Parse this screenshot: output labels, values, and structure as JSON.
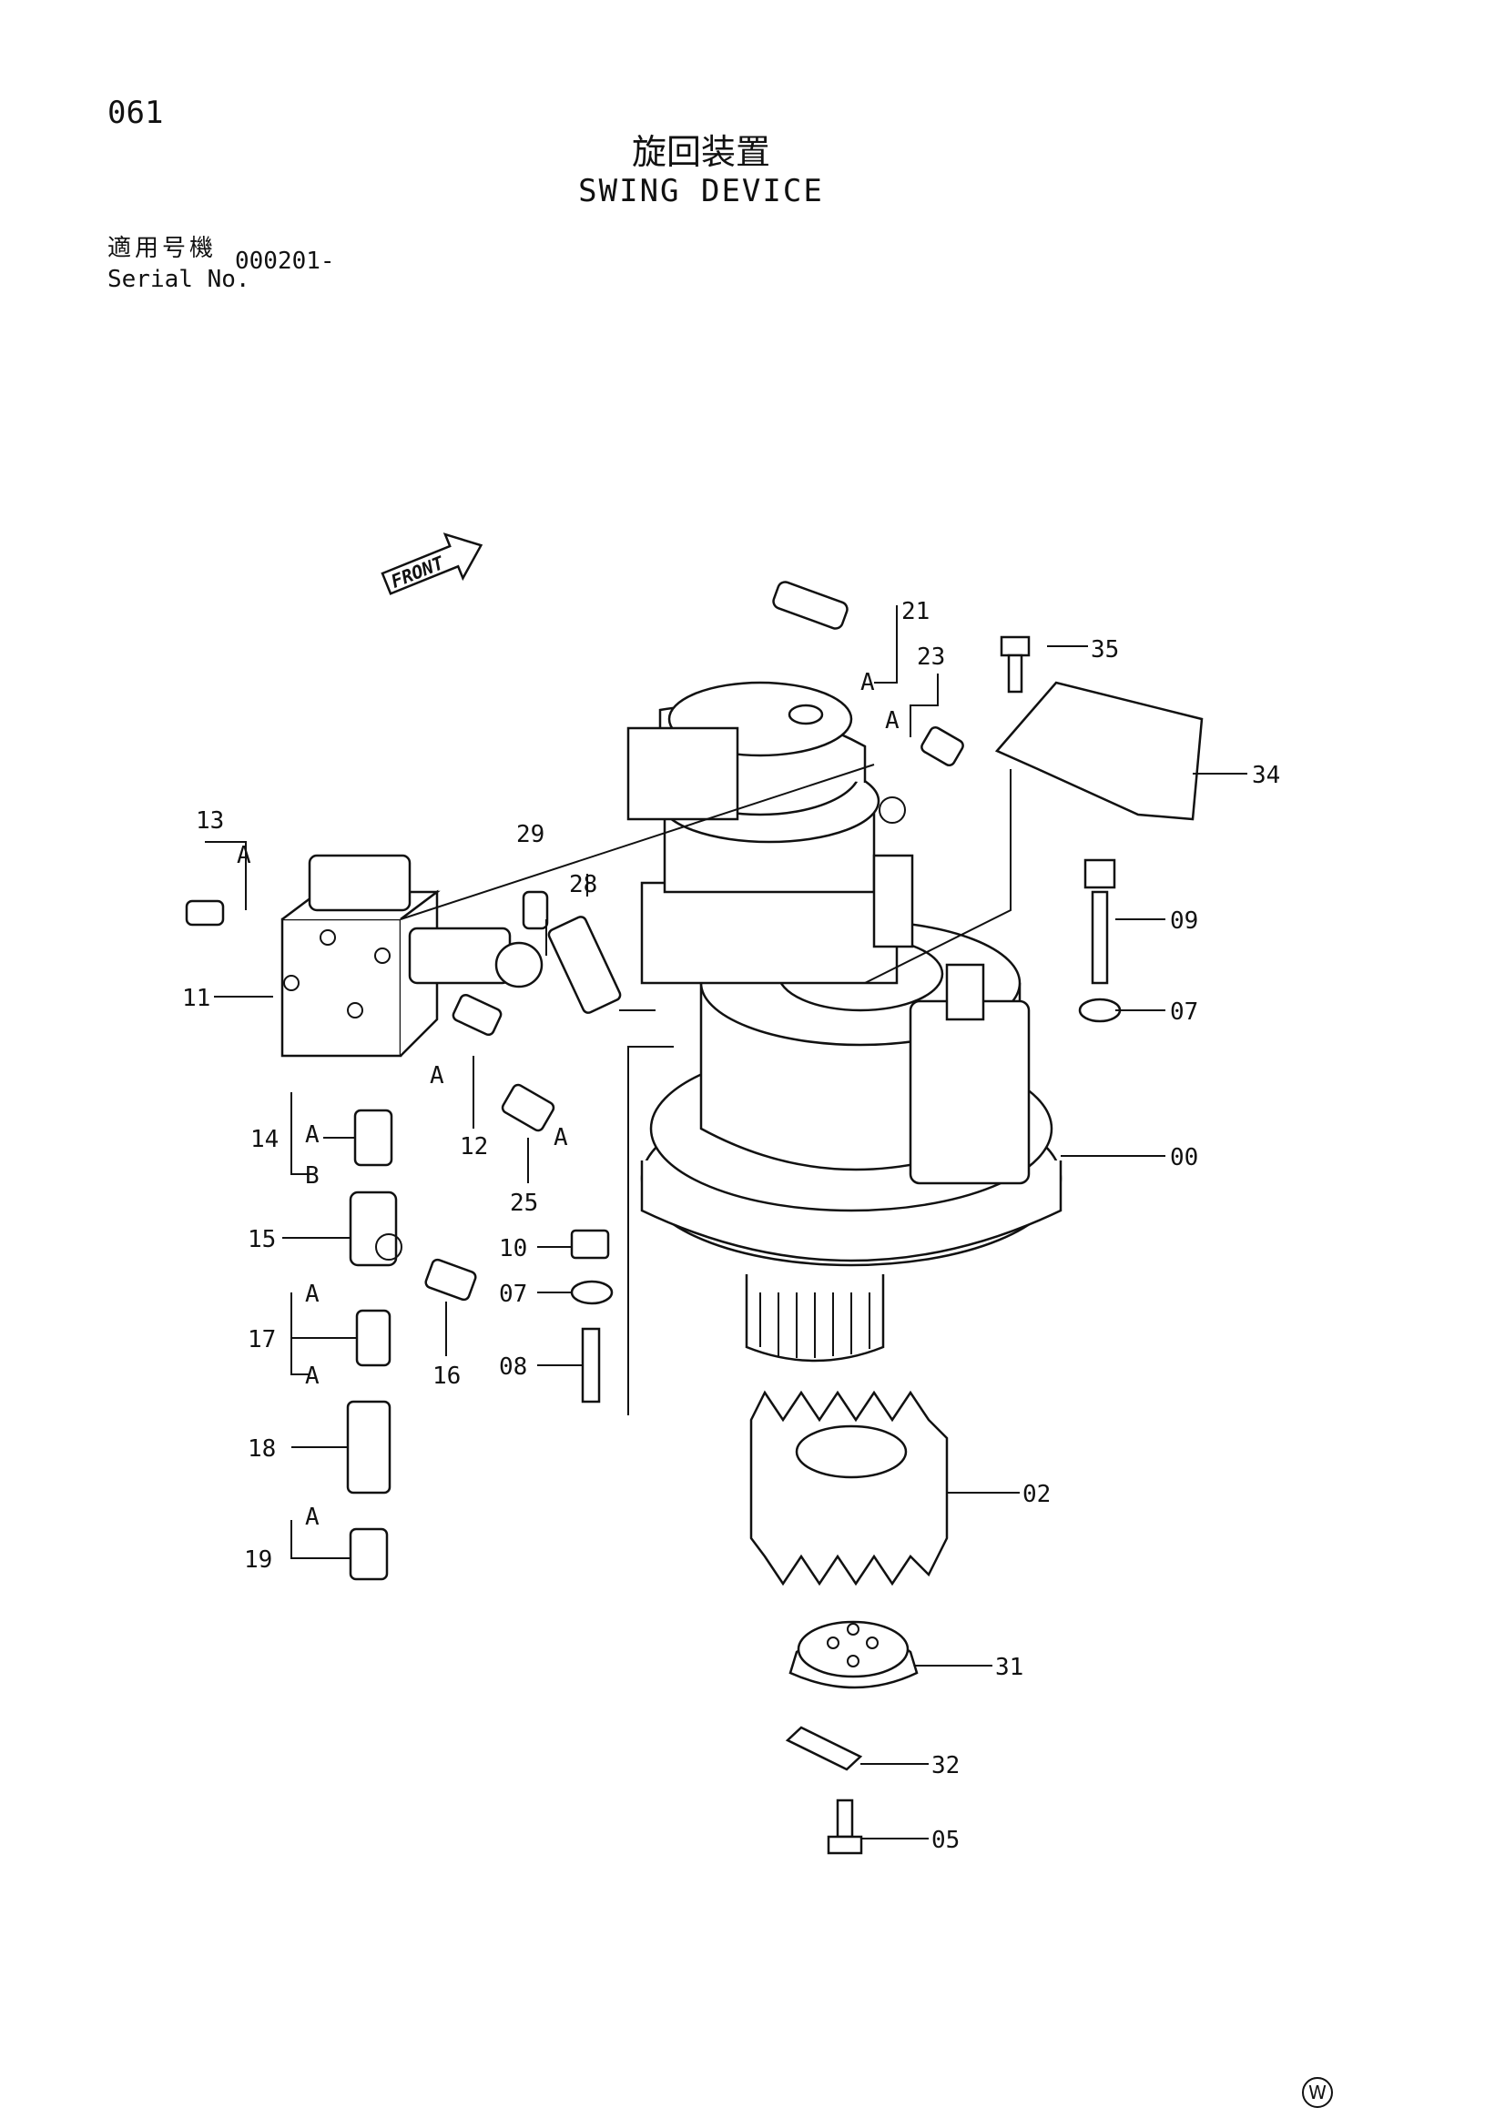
{
  "page": {
    "number": "061",
    "title_jp": "旋回装置",
    "title_en": "SWING DEVICE"
  },
  "serial": {
    "label_jp": "適用号機",
    "label_en": "Serial No.",
    "value": "000201-"
  },
  "diagram": {
    "front_label": "FRONT",
    "callouts": [
      "00",
      "02",
      "05",
      "07",
      "07",
      "08",
      "09",
      "10",
      "11",
      "12",
      "13",
      "14",
      "15",
      "16",
      "17",
      "18",
      "19",
      "21",
      "23",
      "25",
      "28",
      "29",
      "31",
      "32",
      "34",
      "35"
    ],
    "connector_labels": [
      "A",
      "A",
      "A",
      "A",
      "A",
      "A",
      "A",
      "A",
      "A",
      "B"
    ]
  },
  "footer_mark": "W"
}
